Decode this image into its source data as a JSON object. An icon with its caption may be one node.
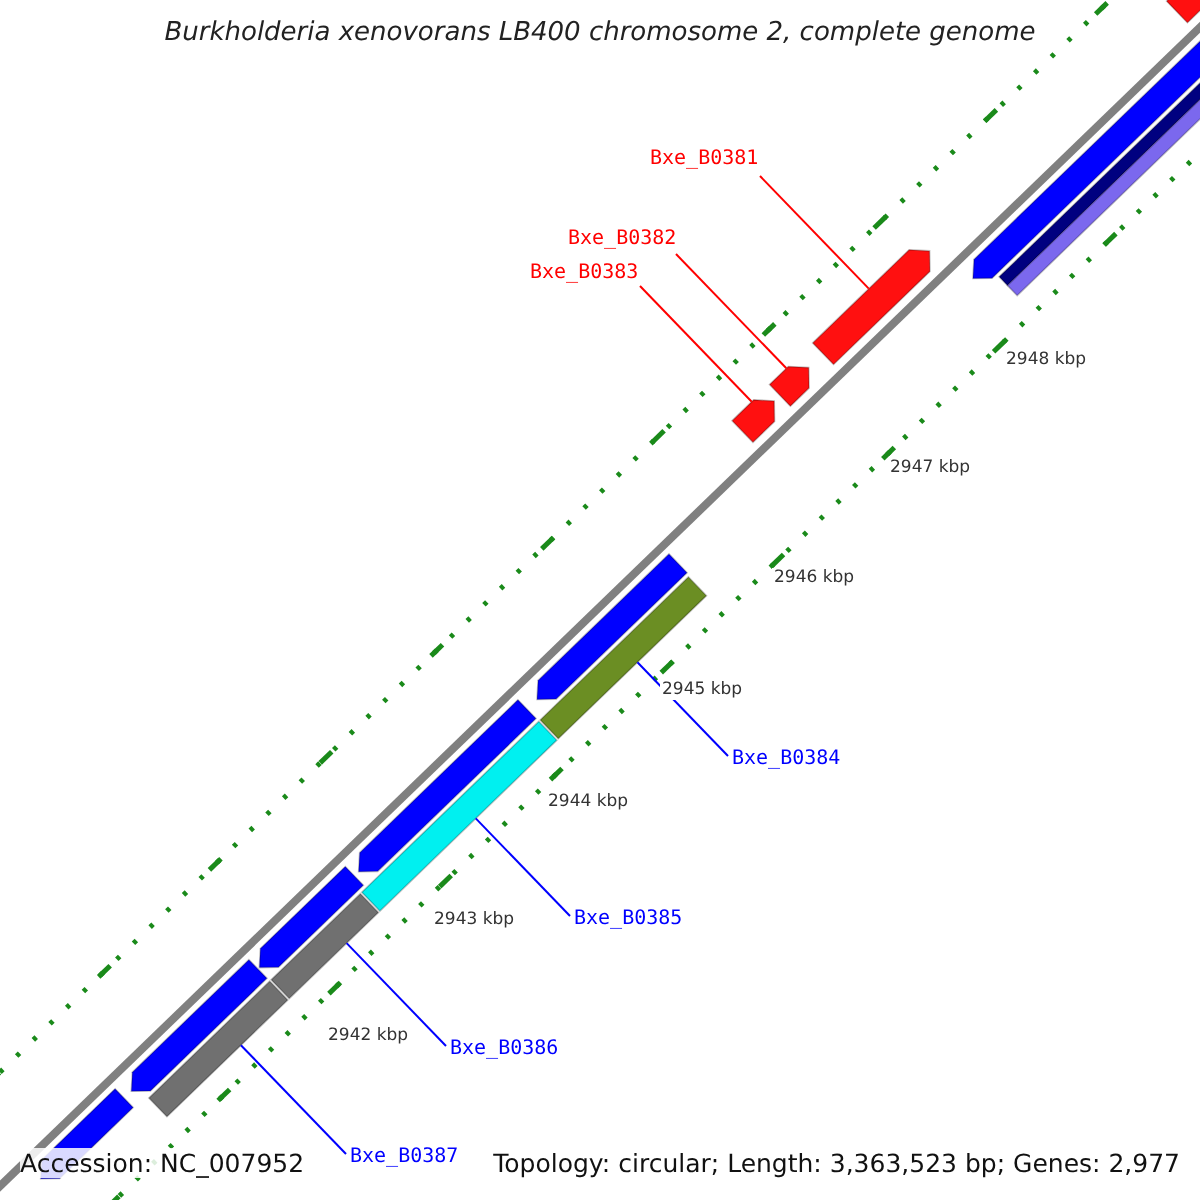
{
  "diagram": {
    "title": "Burkholderia xenovorans LB400 chromosome 2, complete genome",
    "nodes": [
      {
        "text": [
          "Bxe_B0381"
        ]
      },
      {
        "text": [
          "Bxe_B0382"
        ]
      },
      {
        "text": [
          "Bxe_B0383"
        ]
      },
      {
        "text": [],
        "shape": "arrow"
      },
      {
        "text": [],
        "shape": "arrow"
      },
      {
        "text": [],
        "shape": "arrow"
      },
      {
        "text": [
          "Bxe_B0384"
        ]
      },
      {
        "text": [
          "Bxe_B0385"
        ]
      },
      {
        "text": [
          "Bxe_B0386"
        ]
      },
      {
        "text": [
          "Bxe_B0387"
        ]
      },
      {
        "text": [],
        "shape": "bar"
      },
      {
        "text": [],
        "shape": "bar"
      },
      {
        "text": [],
        "shape": "bar"
      },
      {
        "text": [],
        "shape": "bar"
      },
      {
        "text": [],
        "shape": "arrow"
      },
      {
        "text": [],
        "shape": "arrow"
      },
      {
        "text": [],
        "shape": "bar"
      },
      {
        "text": [],
        "shape": "bar"
      },
      {
        "text": [],
        "shape": "arrow"
      },
      {
        "text": [],
        "shape": "arrow"
      },
      {
        "text": [],
        "shape": "arrow"
      },
      {
        "text": [],
        "shape": "arrow"
      },
      {
        "text": [],
        "shape": "arrow"
      }
    ],
    "edges": [
      {
        "from": 0,
        "to": 3,
        "arrow": "none",
        "color": "#ff0000"
      },
      {
        "from": 1,
        "to": 4,
        "arrow": "none",
        "color": "#ff0000"
      },
      {
        "from": 2,
        "to": 5,
        "arrow": "none",
        "color": "#ff0000"
      },
      {
        "from": 6,
        "to": 10,
        "arrow": "none"
      },
      {
        "from": 7,
        "to": 11,
        "arrow": "none"
      },
      {
        "from": 8,
        "to": 12,
        "arrow": "none"
      },
      {
        "from": 9,
        "to": 13,
        "arrow": "none"
      }
    ],
    "labels": [
      "2948 kbp",
      "2947 kbp",
      "2946 kbp",
      "2945 kbp",
      "2944 kbp",
      "2943 kbp",
      "2942 kbp",
      "Accession: NC_007952",
      "Topology: circular; Length: 3,363,523 bp; Genes: 2,977"
    ]
  }
}
